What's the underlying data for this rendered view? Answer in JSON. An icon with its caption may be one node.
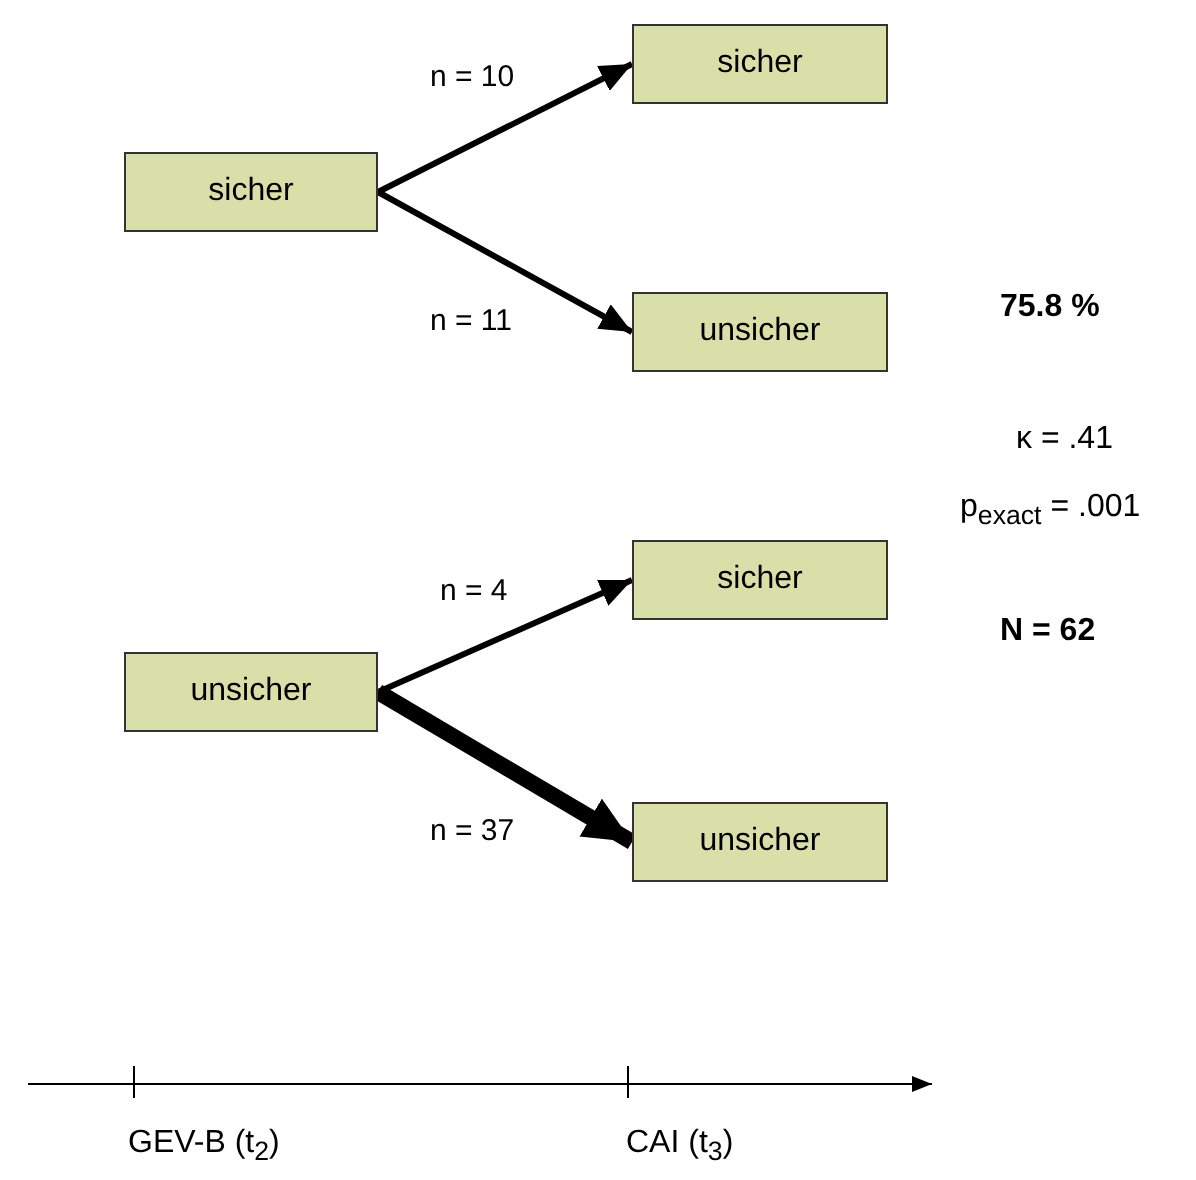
{
  "diagram": {
    "nodes": [
      {
        "text": [
          "sicher"
        ]
      },
      {
        "text": [
          "sicher"
        ]
      },
      {
        "text": [
          "unsicher"
        ]
      },
      {
        "text": [
          "sicher"
        ]
      },
      {
        "text": [
          "unsicher"
        ]
      },
      {
        "text": [
          "unsicher"
        ]
      }
    ],
    "edges": [
      {
        "from": 0,
        "to": 1,
        "arrow": "to",
        "label": "n = 10"
      },
      {
        "from": 0,
        "to": 2,
        "arrow": "to",
        "label": "n = 11"
      },
      {
        "from": 4,
        "to": 3,
        "arrow": "to",
        "label": "n = 4"
      },
      {
        "from": 4,
        "to": 5,
        "arrow": "to",
        "label": "n = 37",
        "style": "thick"
      }
    ],
    "labels": [
      "75.8 %",
      "κ = .41",
      "p$_{exact}$ = .001",
      "N = 62",
      "GEV-B (t$_{2}$)",
      "CAI (t$_{3}$)"
    ]
  }
}
